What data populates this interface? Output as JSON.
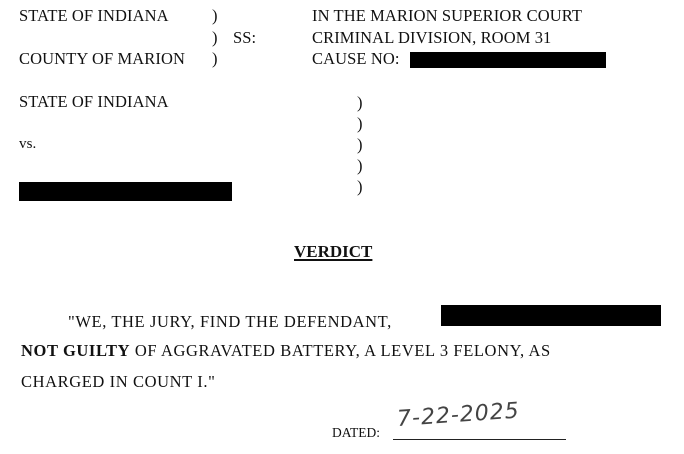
{
  "caption": {
    "state_line": "STATE OF INDIANA",
    "ss_label": "SS:",
    "county_line": "COUNTY OF MARION",
    "court_line": "IN THE MARION SUPERIOR COURT",
    "division_line": "CRIMINAL DIVISION, ROOM 31",
    "cause_label": "CAUSE NO:",
    "paren_close": ")",
    "paren_mid": ")"
  },
  "parties": {
    "plaintiff": "STATE OF INDIANA",
    "versus": "vs.",
    "paren": ")"
  },
  "verdict": {
    "title": "VERDICT",
    "line1": "\"WE, THE JURY, FIND THE DEFENDANT,",
    "line2_bold": "NOT GUILTY",
    "line2_rest": " OF AGGRAVATED BATTERY, A LEVEL 3 FELONY, AS",
    "line3": "CHARGED IN COUNT I.\""
  },
  "dated": {
    "label": "DATED:",
    "handwritten_date": "7-22-2025"
  },
  "colors": {
    "ink": "#111111",
    "redaction": "#000000",
    "handwriting": "#444444"
  }
}
